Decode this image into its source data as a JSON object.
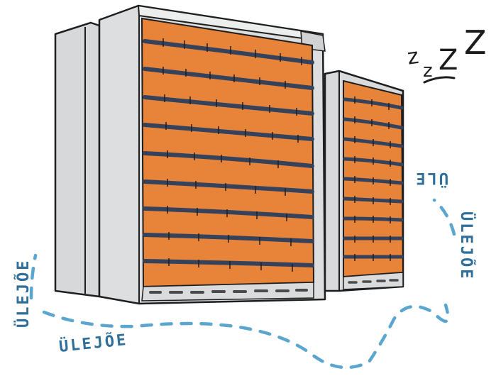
{
  "texts": {
    "route_label_left": "ÜLEJÕE",
    "route_label_bottom": "ÜLEJÕE",
    "route_label_right": "ÜLEJÕE",
    "route_label_top_mirrored": "ÜLE",
    "sleep_z_1": "z",
    "sleep_z_2": "z",
    "sleep_z_3": "Z",
    "sleep_z_4": "Z"
  },
  "colors": {
    "facade_orange": "#e8833a",
    "window_band": "#34425c",
    "side_grey": "#d5d7d8",
    "outline": "#1e1e1e",
    "path_blue": "#5aa6cf",
    "label_blue": "#2f6f9a"
  }
}
